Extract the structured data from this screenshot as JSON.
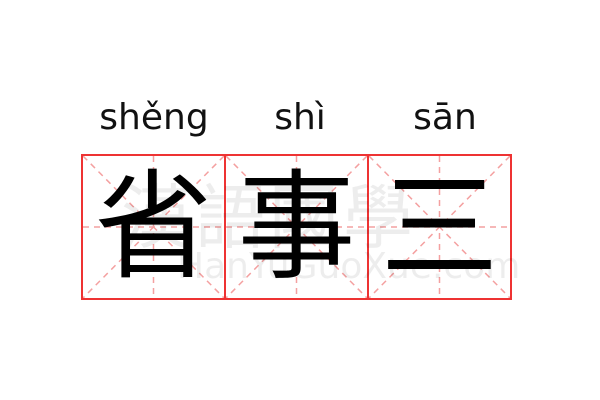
{
  "phrase": {
    "characters": [
      {
        "hanzi": "省",
        "pinyin": "shěng"
      },
      {
        "hanzi": "事",
        "pinyin": "shì"
      },
      {
        "hanzi": "三",
        "pinyin": "sān"
      }
    ]
  },
  "watermark": {
    "chinese": "漢語國學",
    "latin": "HanYuGuoXue.com"
  },
  "colors": {
    "grid_border": "#ee3333",
    "guide_lines": "#f4a0a0",
    "text": "#000000"
  }
}
